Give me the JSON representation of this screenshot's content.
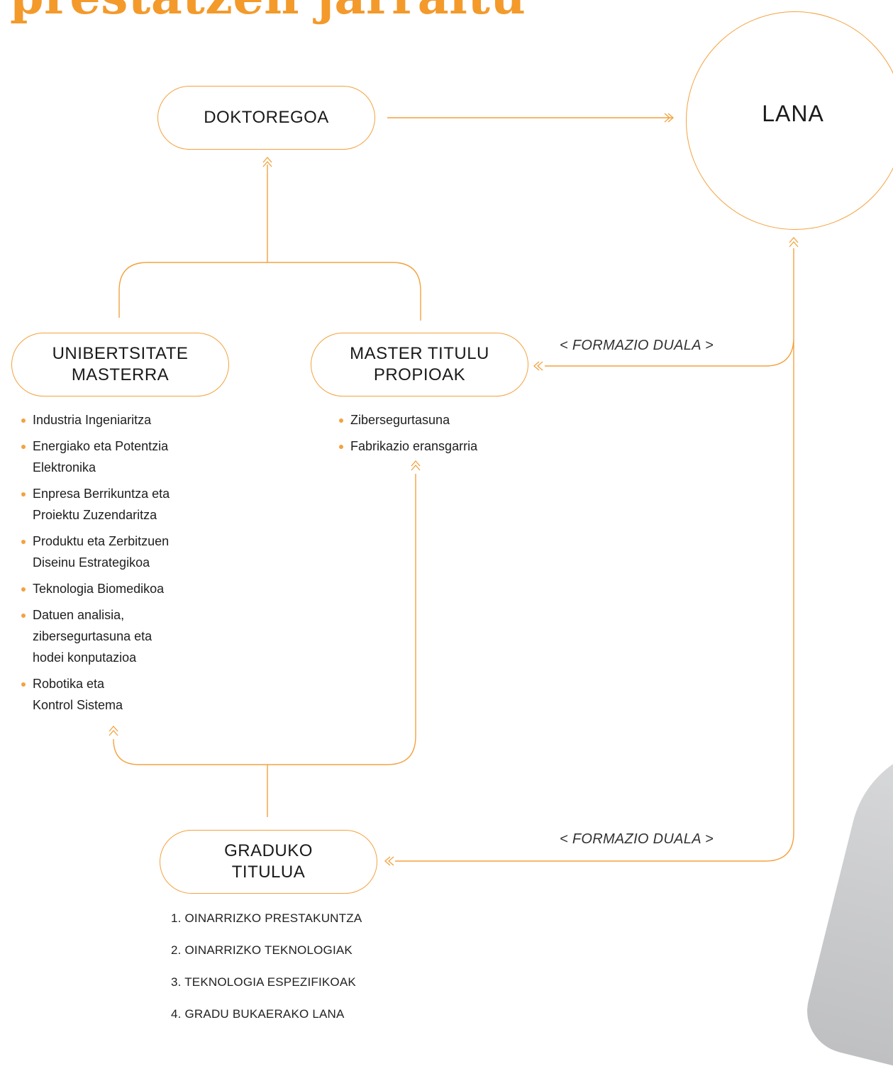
{
  "title": "prestatzen jarraitu",
  "colors": {
    "accent": "#f39a2b",
    "line": "#f3a23e"
  },
  "nodes": {
    "doktoregoa": "DOKTOREGOA",
    "lana": "LANA",
    "unibertsitate_masterra": [
      "UNIBERTSITATE",
      "MASTERRA"
    ],
    "master_titulu_propioak": [
      "MASTER TITULU",
      "PROPIOAK"
    ],
    "graduko_titulua": [
      "GRADUKO",
      "TITULUA"
    ]
  },
  "edge_labels": {
    "dual_upper": "< FORMAZIO DUALA >",
    "dual_lower": "< FORMAZIO DUALA >"
  },
  "unibertsitate_masterra_list": [
    [
      "Industria Ingeniaritza"
    ],
    [
      "Energiako eta Potentzia",
      "Elektronika"
    ],
    [
      "Enpresa Berrikuntza eta",
      "Proiektu Zuzendaritza"
    ],
    [
      "Produktu eta Zerbitzuen",
      "Diseinu Estrategikoa"
    ],
    [
      "Teknologia Biomedikoa"
    ],
    [
      "Datuen analisia,",
      "zibersegurtasuna eta",
      "hodei konputazioa"
    ],
    [
      "Robotika eta",
      "Kontrol Sistema"
    ]
  ],
  "master_titulu_list": [
    [
      "Zibersegurtasuna"
    ],
    [
      "Fabrikazio eransgarria"
    ]
  ],
  "graduko_steps": [
    "1. OINARRIZKO PRESTAKUNTZA",
    "2. OINARRIZKO TEKNOLOGIAK",
    "3. TEKNOLOGIA ESPEZIFIKOAK",
    "4. GRADU BUKAERAKO LANA"
  ]
}
